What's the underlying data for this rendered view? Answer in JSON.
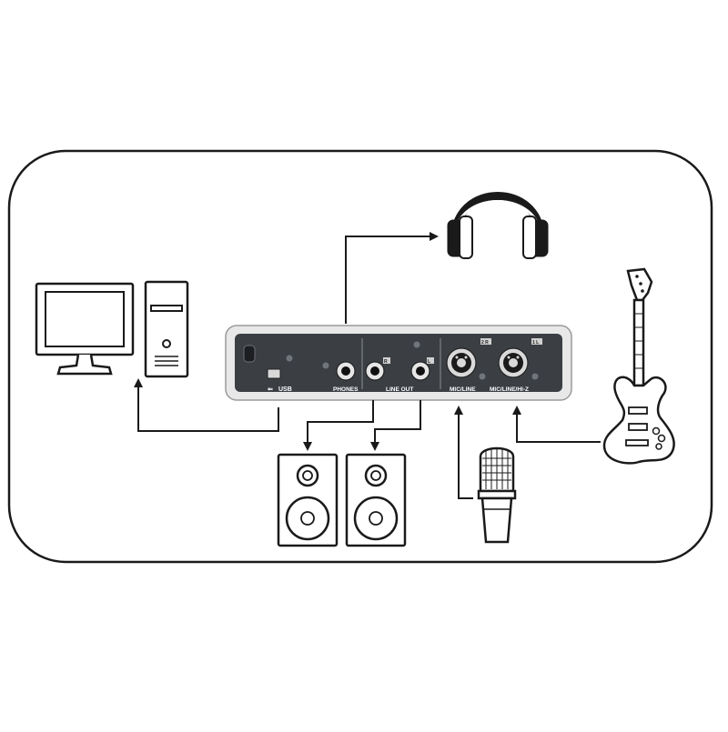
{
  "interface": {
    "labels": {
      "usb": "USB",
      "phones": "PHONES",
      "line_out": "LINE OUT",
      "mic_line": "MIC/LINE",
      "mic_line_hiz": "MIC/LINE/HI-Z",
      "out_right": "R",
      "out_left": "L",
      "input_2": "2 R",
      "input_1": "1 L"
    }
  },
  "devices": {
    "computer": "computer",
    "headphones": "headphones",
    "speaker_left": "speaker",
    "speaker_right": "speaker",
    "microphone": "microphone",
    "guitar": "electric-guitar"
  },
  "colors": {
    "stroke": "#1a1a1a",
    "panel_dark": "#3b3f44",
    "panel_light": "#e6e6e6",
    "text_on_panel": "#ffffff"
  }
}
